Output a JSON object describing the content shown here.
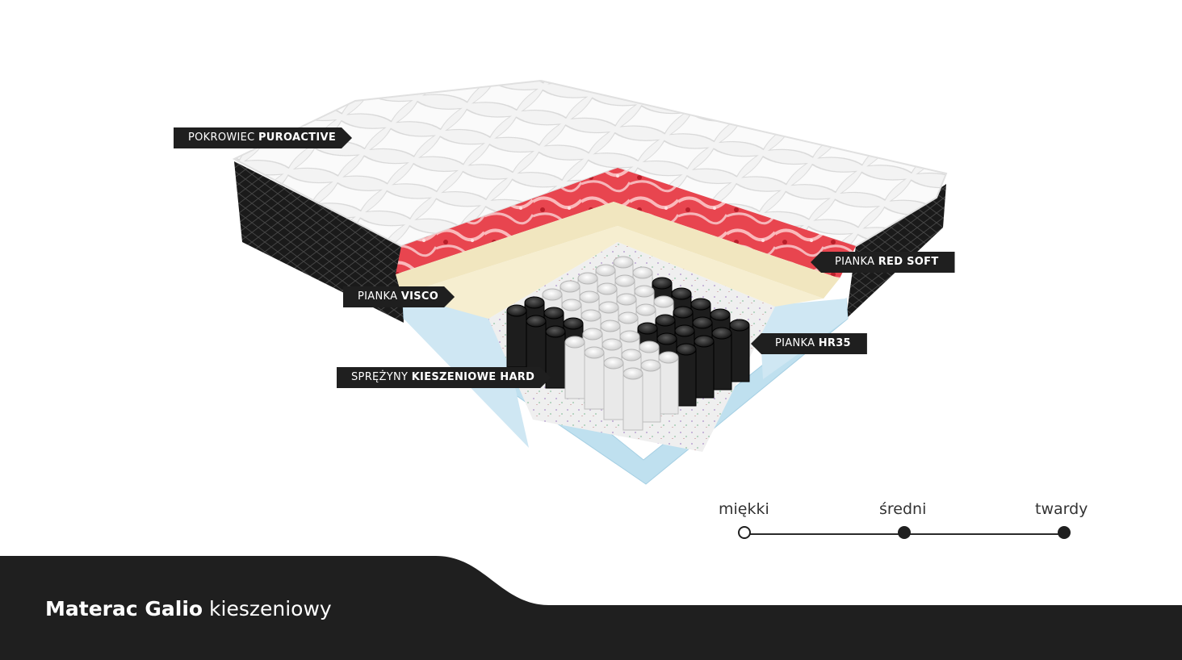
{
  "labels": {
    "cover": {
      "prefix": "POKROWIEC",
      "bold": "PUROACTIVE"
    },
    "red_soft": {
      "prefix": "PIANKA",
      "bold": "RED SOFT"
    },
    "visco": {
      "prefix": "PIANKA",
      "bold": "VISCO"
    },
    "hr35": {
      "prefix": "PIANKA",
      "bold": "HR35"
    },
    "springs": {
      "prefix": "SPRĘŻYNY",
      "bold": "KIESZENIOWE HARD"
    }
  },
  "firmness": {
    "levels": [
      "miękki",
      "średni",
      "twardy"
    ],
    "indicator": [
      "empty",
      "filled",
      "filled"
    ]
  },
  "product": {
    "name_bold": "Materac Galio",
    "name_rest": "kieszeniowy"
  },
  "colors": {
    "dark": "#1f1f1f",
    "red_foam": "#d93a44",
    "visco_foam": "#f1e6bf",
    "hr35_foam": "#bfe0ef",
    "cover": "#f4f4f4"
  }
}
